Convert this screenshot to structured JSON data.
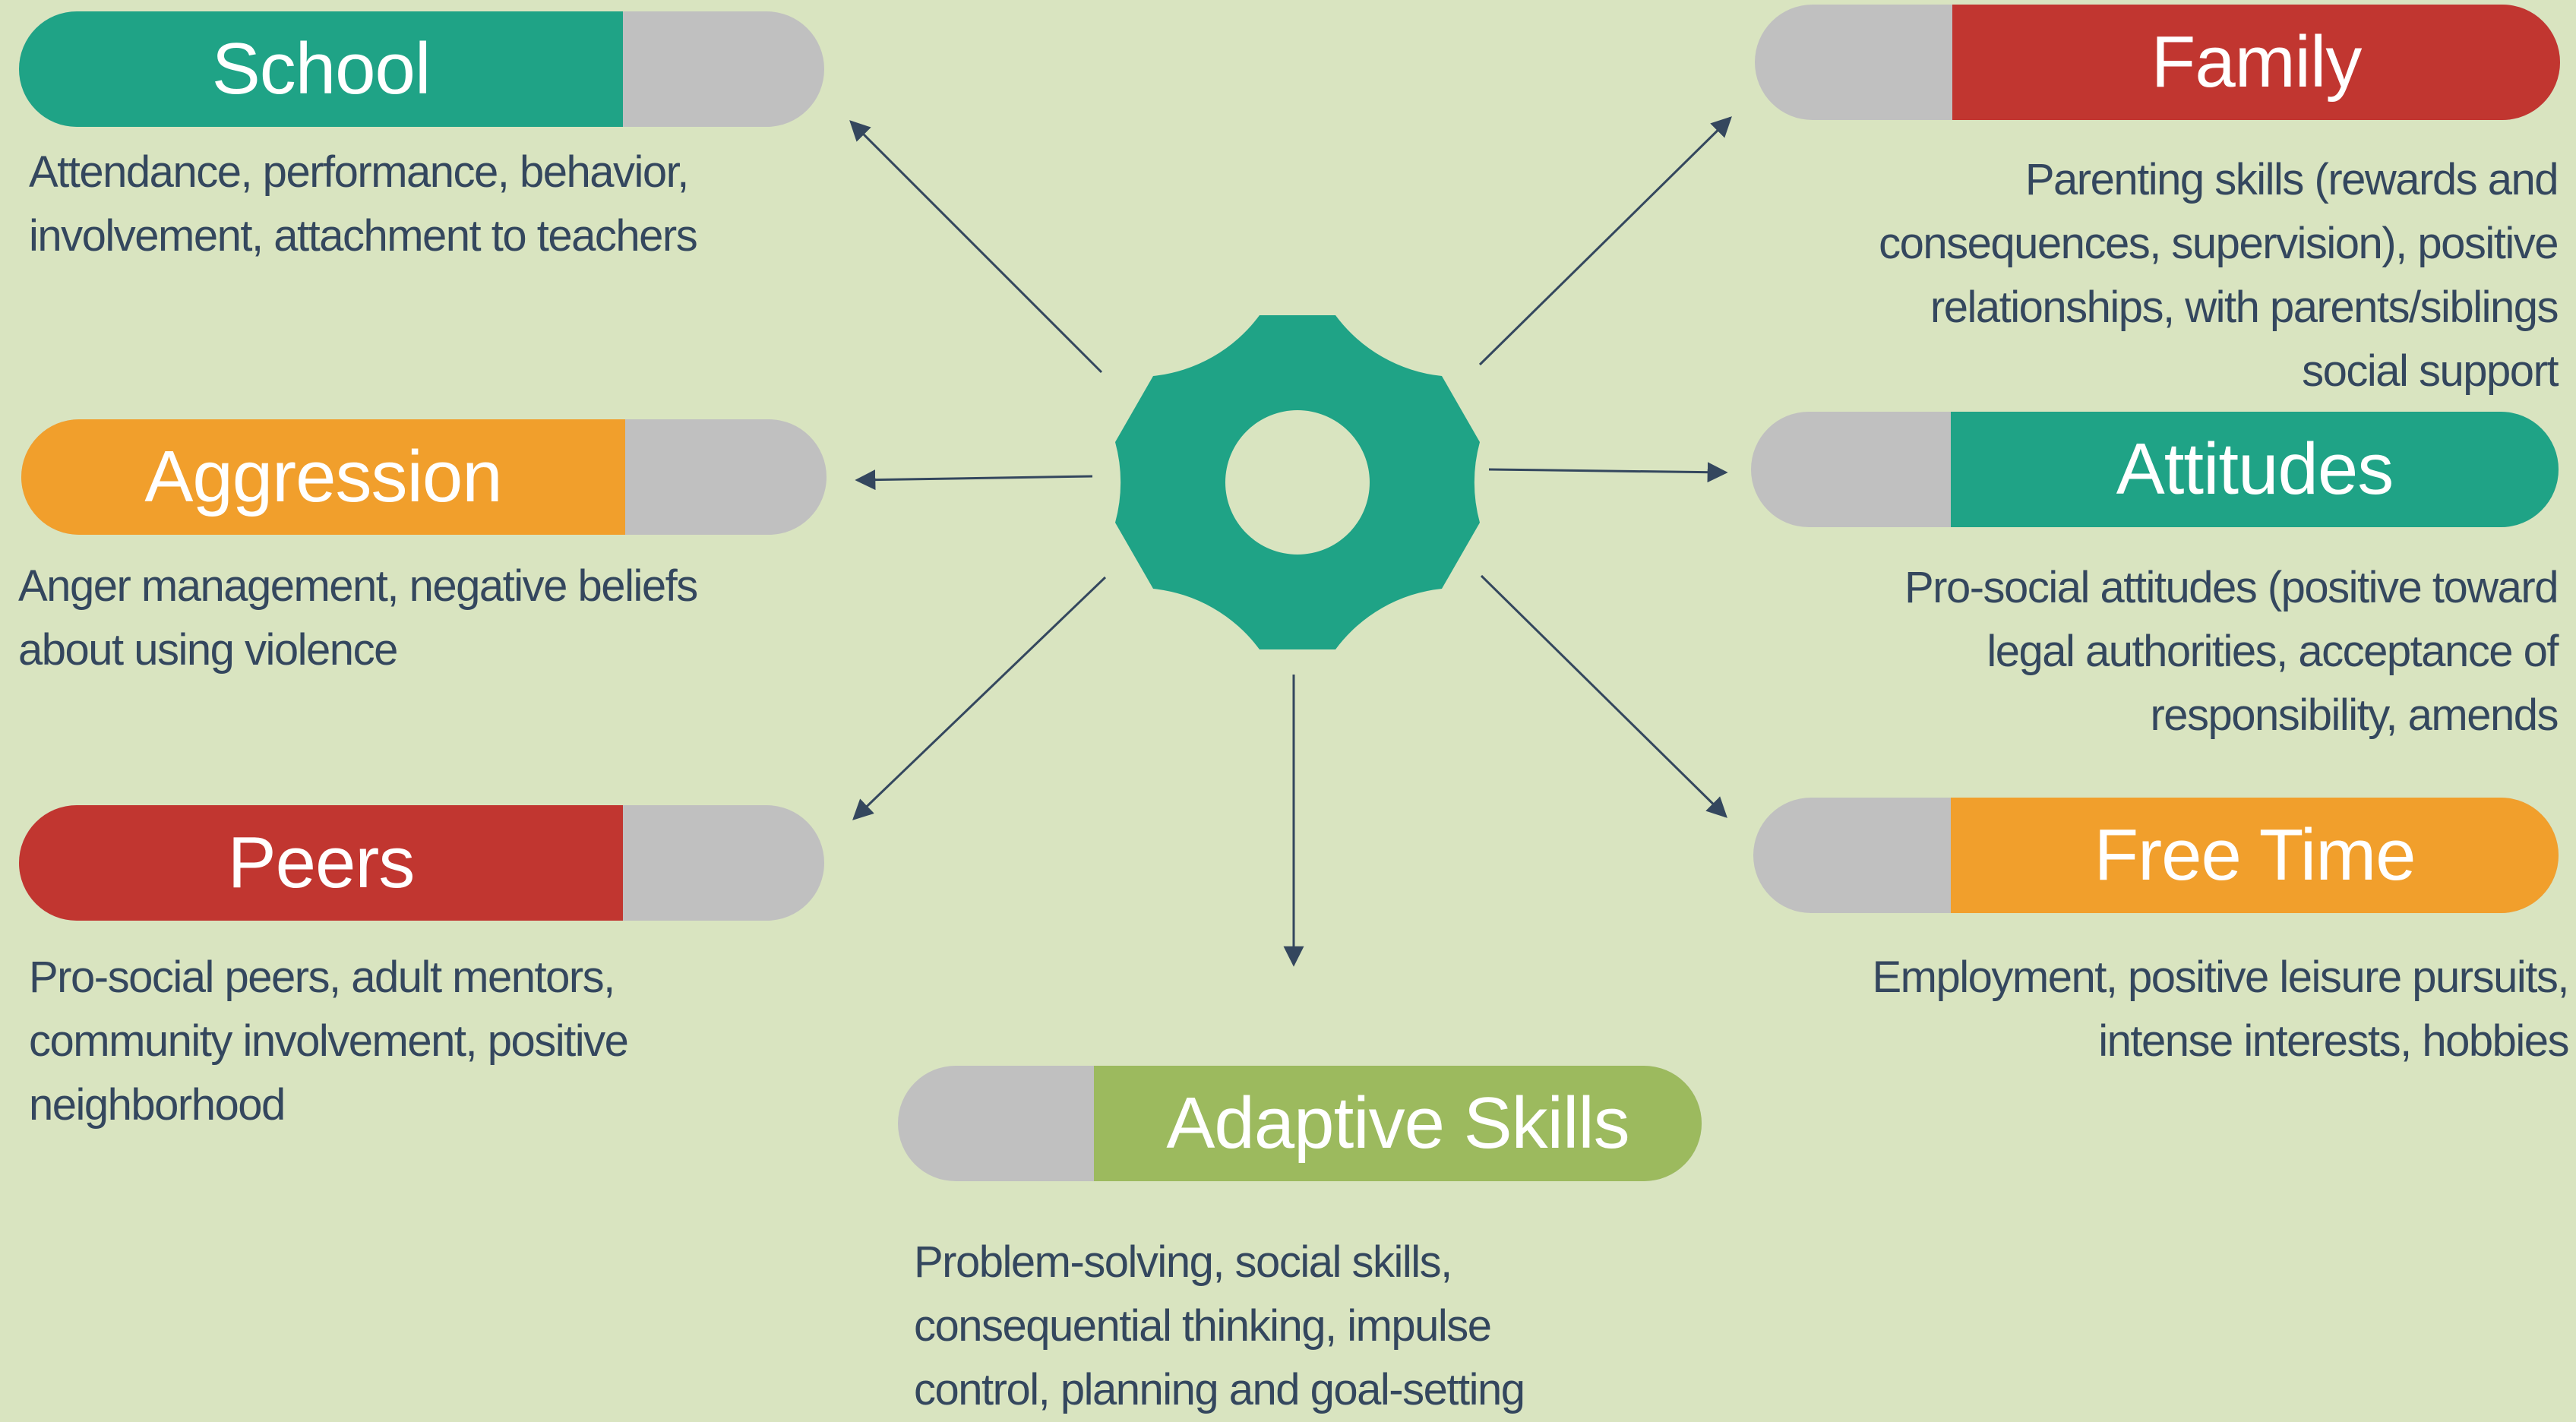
{
  "colors": {
    "background": "#d9e4c0",
    "pill_grey": "#c0c0c0",
    "teal": "#1fa386",
    "orange": "#f19f2c",
    "red": "#c13630",
    "green": "#9cba5e",
    "text": "#34475e",
    "gear": "#1fa386"
  },
  "center": {
    "icon": "gear-icon"
  },
  "domains": [
    {
      "id": "school",
      "label": "School",
      "description": "Attendance, performance, behavior,\ninvolvement, attachment to teachers"
    },
    {
      "id": "aggression",
      "label": "Aggression",
      "description": "Anger management, negative beliefs\nabout using violence"
    },
    {
      "id": "peers",
      "label": "Peers",
      "description": "Pro-social peers, adult mentors,\ncommunity involvement, positive\nneighborhood"
    },
    {
      "id": "family",
      "label": "Family",
      "description": "Parenting skills (rewards and\nconsequences, supervision), positive\nrelationships, with parents/siblings\nsocial support"
    },
    {
      "id": "attitudes",
      "label": "Attitudes",
      "description": "Pro-social attitudes (positive toward\nlegal authorities, acceptance of\nresponsibility, amends"
    },
    {
      "id": "free_time",
      "label": "Free Time",
      "description": "Employment, positive leisure pursuits,\nintense interests, hobbies"
    },
    {
      "id": "adaptive",
      "label": "Adaptive Skills",
      "description": "Problem-solving, social skills,\nconsequential thinking, impulse\ncontrol, planning and goal-setting"
    }
  ]
}
